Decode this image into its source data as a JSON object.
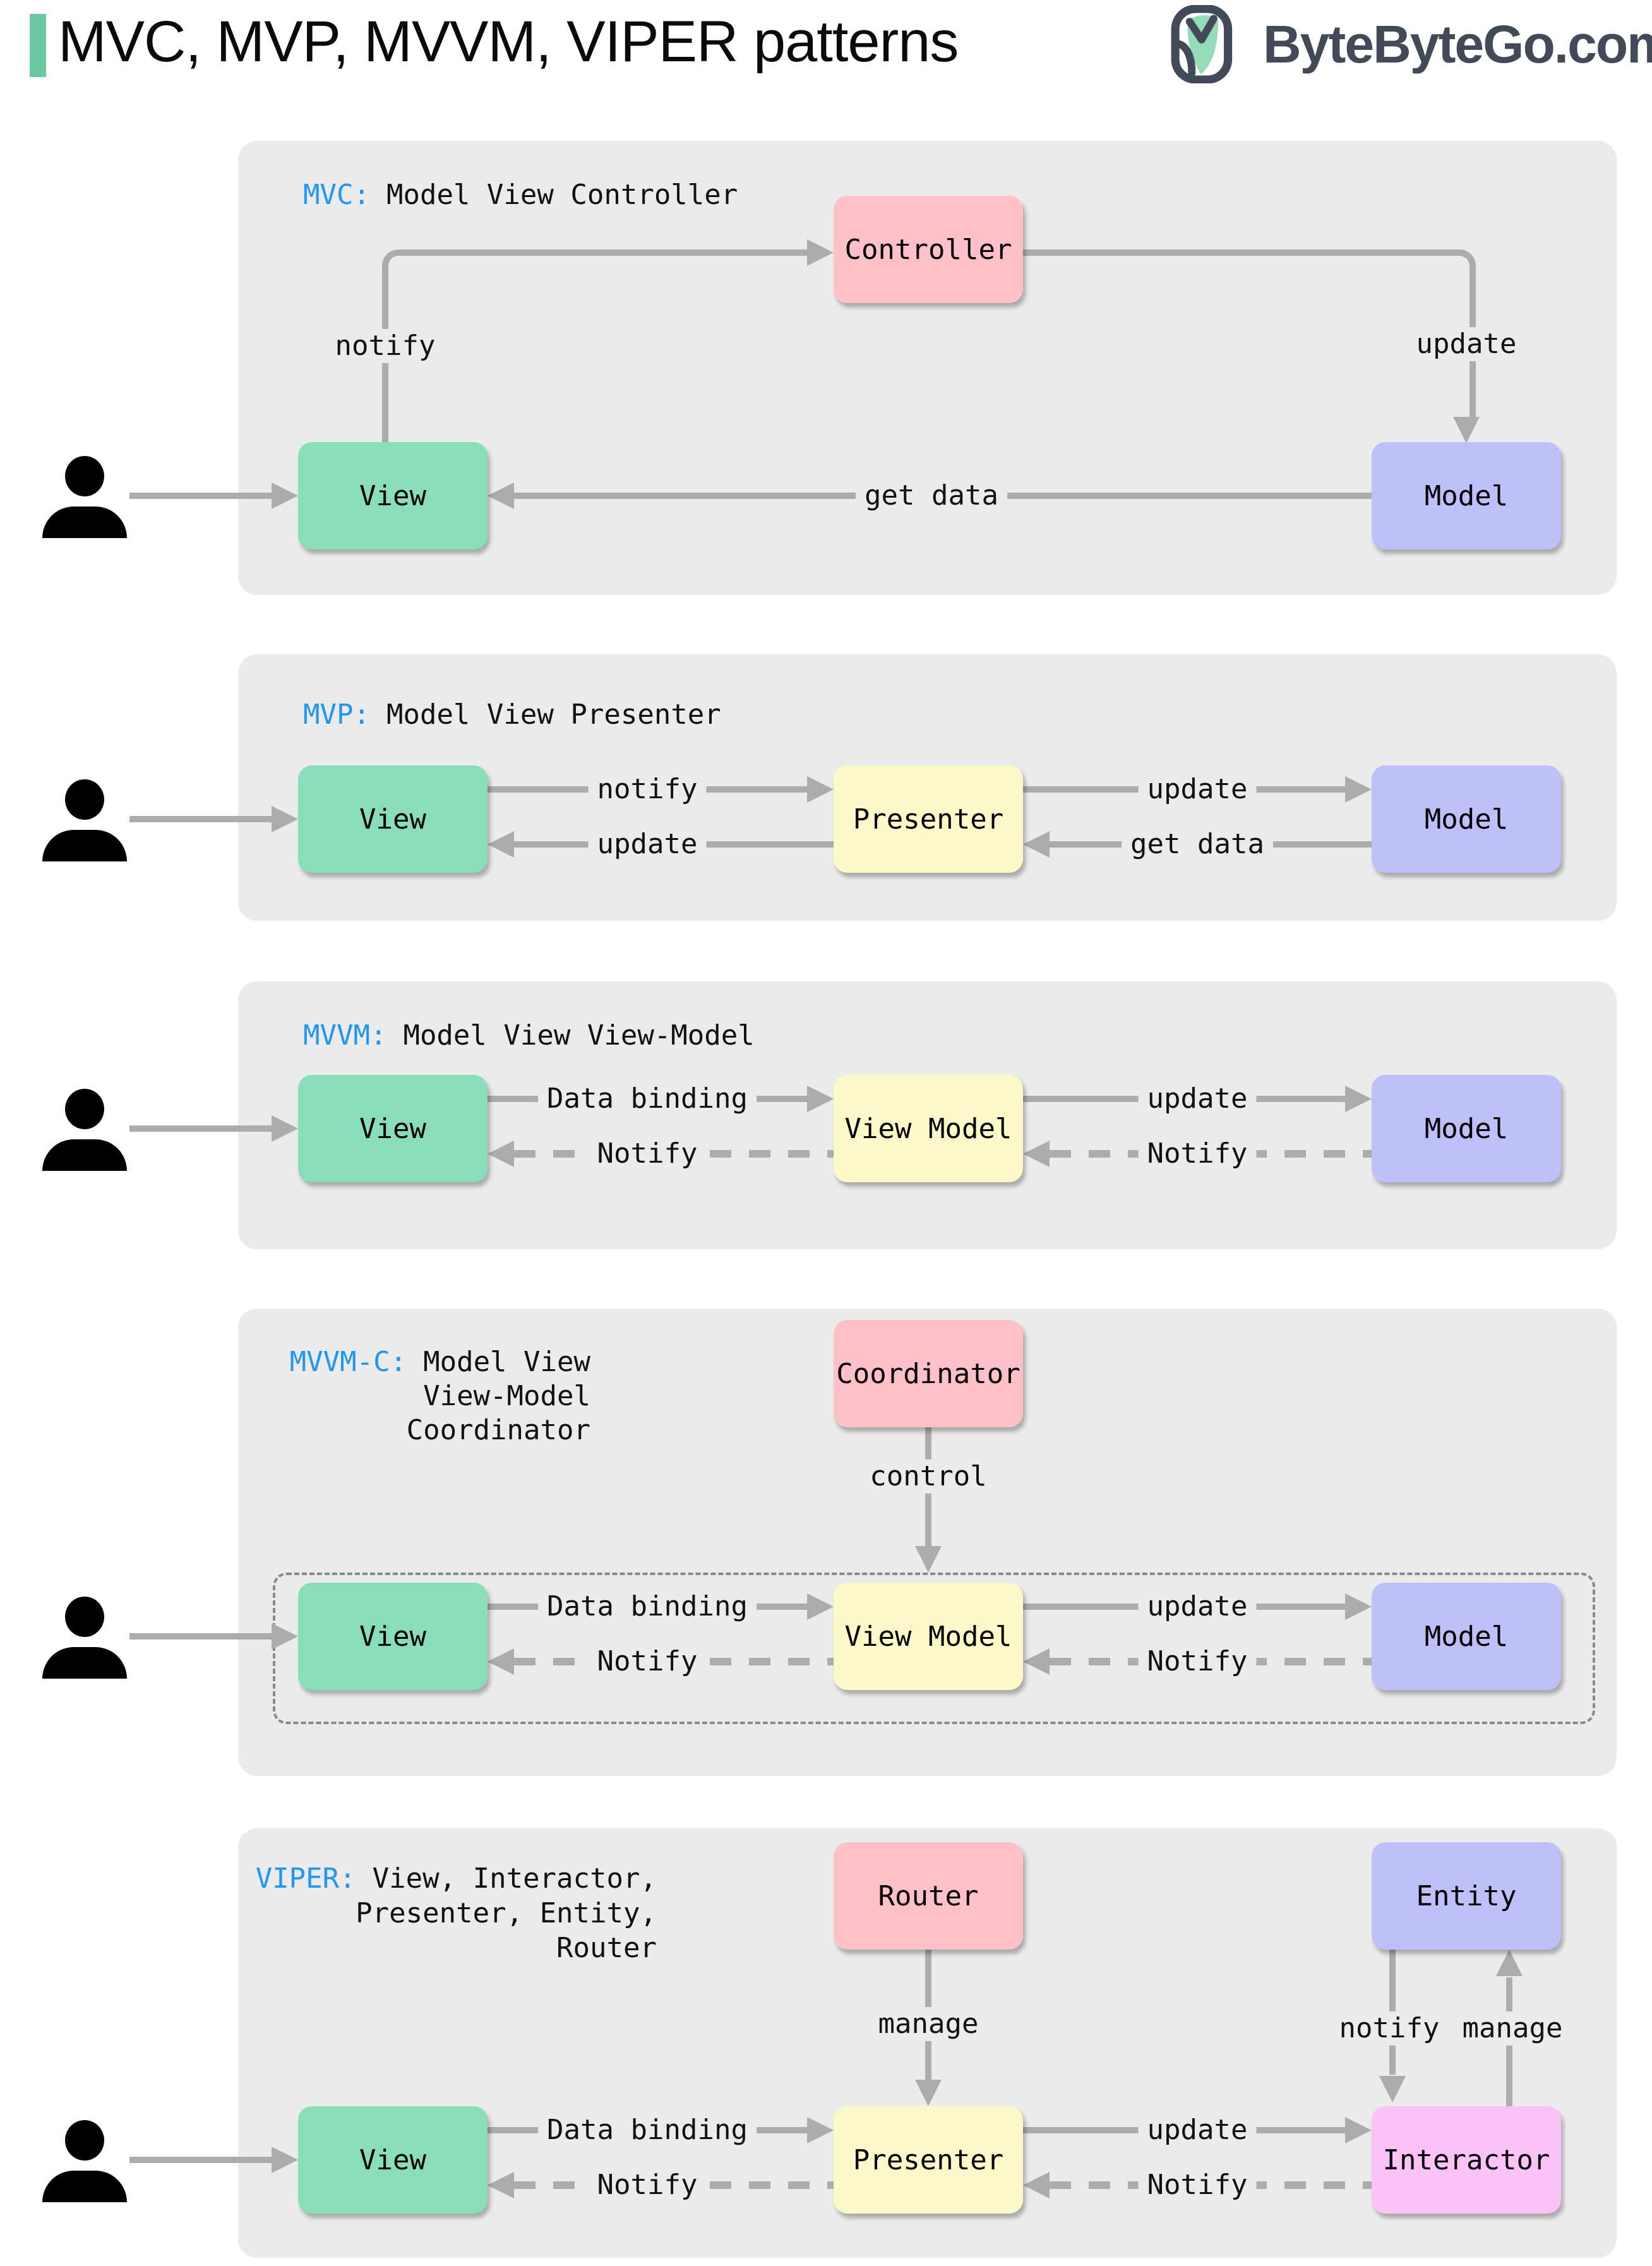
{
  "header": {
    "title": "MVC, MVP, MVVM, VIPER patterns",
    "logo_text": "ByteByteGo.com"
  },
  "colors": {
    "accent_green": "#6cc8a2",
    "tag_blue": "#2095f3",
    "panel_gray": "#ebebeb",
    "arrow_gray": "#acacac",
    "box_green": "#87deb8",
    "box_pink": "#ffc0c7",
    "box_purple": "#bfbffa",
    "box_yellow": "#fbf9c8",
    "box_magenta": "#fbc2f8",
    "logo_dark": "#424a57"
  },
  "sections": {
    "mvc": {
      "tag": "MVC:",
      "name": "Model View Controller",
      "boxes": {
        "controller": "Controller",
        "view": "View",
        "model": "Model"
      },
      "labels": {
        "notify": "notify",
        "update": "update",
        "get_data": "get data"
      }
    },
    "mvp": {
      "tag": "MVP:",
      "name": "Model View Presenter",
      "boxes": {
        "view": "View",
        "presenter": "Presenter",
        "model": "Model"
      },
      "labels": {
        "notify": "notify",
        "update": "update",
        "update_model": "update",
        "get_data": "get data"
      }
    },
    "mvvm": {
      "tag": "MVVM:",
      "name": "Model View View-Model",
      "boxes": {
        "view": "View",
        "view_model": "View Model",
        "model": "Model"
      },
      "labels": {
        "data_binding": "Data binding",
        "notify": "Notify",
        "update": "update",
        "notify_model": "Notify"
      }
    },
    "mvvmc": {
      "tag": "MVVM-C:",
      "name_lines": [
        "Model View",
        "View-Model",
        "Coordinator"
      ],
      "boxes": {
        "coordinator": "Coordinator",
        "view": "View",
        "view_model": "View Model",
        "model": "Model"
      },
      "labels": {
        "control": "control",
        "data_binding": "Data binding",
        "notify": "Notify",
        "update": "update",
        "notify_model": "Notify"
      }
    },
    "viper": {
      "tag": "VIPER:",
      "name_lines": [
        "View, Interactor,",
        "Presenter, Entity,",
        "Router"
      ],
      "boxes": {
        "router": "Router",
        "entity": "Entity",
        "view": "View",
        "presenter": "Presenter",
        "interactor": "Interactor"
      },
      "labels": {
        "manage": "manage",
        "notify_entity": "notify",
        "manage_entity": "manage",
        "data_binding": "Data binding",
        "notify": "Notify",
        "update": "update",
        "notify_presenter": "Notify"
      }
    }
  }
}
